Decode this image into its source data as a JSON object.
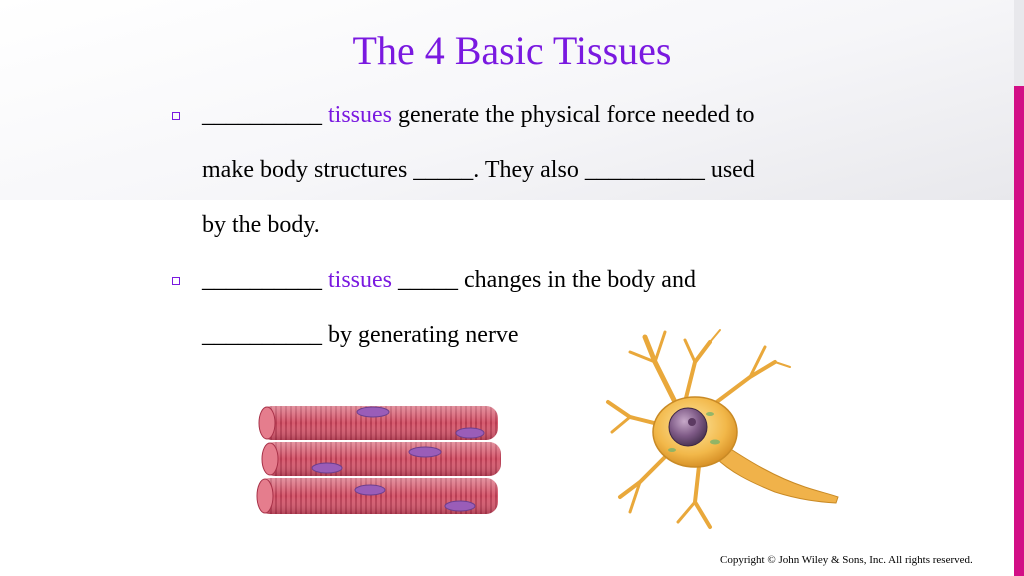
{
  "slide": {
    "title": "The 4 Basic Tissues",
    "bullets": [
      {
        "blank_lead": "__________",
        "keyword": "tissues",
        "text_line1": "generate the physical force needed to",
        "text_line2": "make body structures _____.  They also __________ used",
        "text_line3": "by the body."
      },
      {
        "blank_lead": "__________",
        "keyword": "tissues",
        "text_line1": "_____ changes in the body and",
        "text_line2": "__________ by generating nerve"
      }
    ],
    "copyright": "Copyright © John Wiley & Sons, Inc. All rights reserved."
  },
  "colors": {
    "title": "#7a19e0",
    "keyword": "#7a19e0",
    "accent_bar": "#d20e86"
  },
  "images": {
    "left": "muscle-fibers-illustration",
    "right": "neuron-cell-illustration"
  }
}
